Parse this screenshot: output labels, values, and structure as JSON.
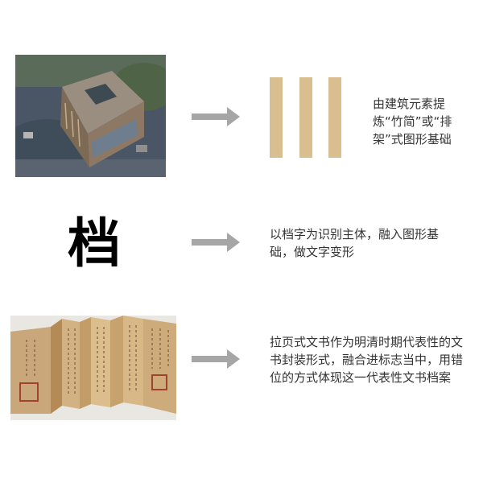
{
  "rows": [
    {
      "description": "由建筑元素提炼“竹简”或“排架”式图形基础"
    },
    {
      "character": "档",
      "description": "以档字为识别主体，融入图形基础，做文字变形"
    },
    {
      "description": "拉页式文书作为明清时期代表性的文书封装形式，融合进标志当中，用错位的方式体现这一代表性文书档案"
    }
  ],
  "colors": {
    "bars": "#d9bf8f",
    "arrow": "#a6a6a6"
  }
}
